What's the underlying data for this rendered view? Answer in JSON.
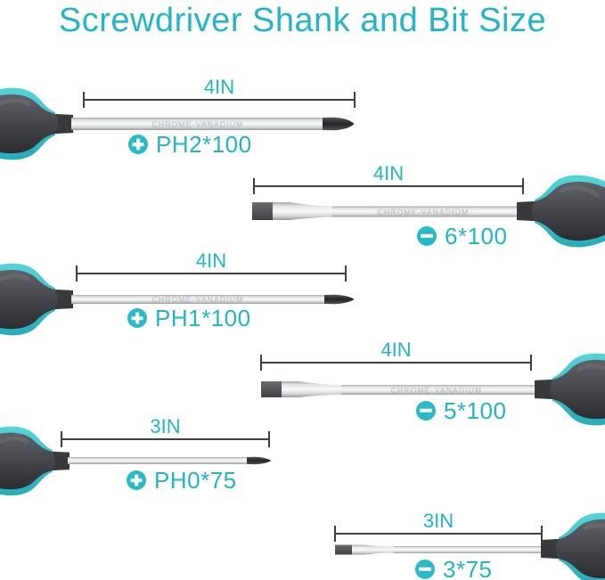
{
  "title": "Screwdriver Shank and Bit Size",
  "colors": {
    "accent_teal": "#21b5c6",
    "icon_teal": "#29b9c7",
    "handle_dark": "#46484d",
    "handle_grip_teal": "#3ec4cd",
    "dimension_line": "#3d3f41"
  },
  "shank_marking": "CHROME-VANADIUM",
  "screwdrivers": [
    {
      "length_label": "4IN",
      "size_label": "PH2*100",
      "tip_type": "phillips",
      "handle_side": "left"
    },
    {
      "length_label": "4IN",
      "size_label": "6*100",
      "tip_type": "slotted",
      "handle_side": "right"
    },
    {
      "length_label": "4IN",
      "size_label": "PH1*100",
      "tip_type": "phillips",
      "handle_side": "left"
    },
    {
      "length_label": "4IN",
      "size_label": "5*100",
      "tip_type": "slotted",
      "handle_side": "right"
    },
    {
      "length_label": "3IN",
      "size_label": "PH0*75",
      "tip_type": "phillips",
      "handle_side": "left"
    },
    {
      "length_label": "3IN",
      "size_label": "3*75",
      "tip_type": "slotted",
      "handle_side": "right"
    }
  ]
}
